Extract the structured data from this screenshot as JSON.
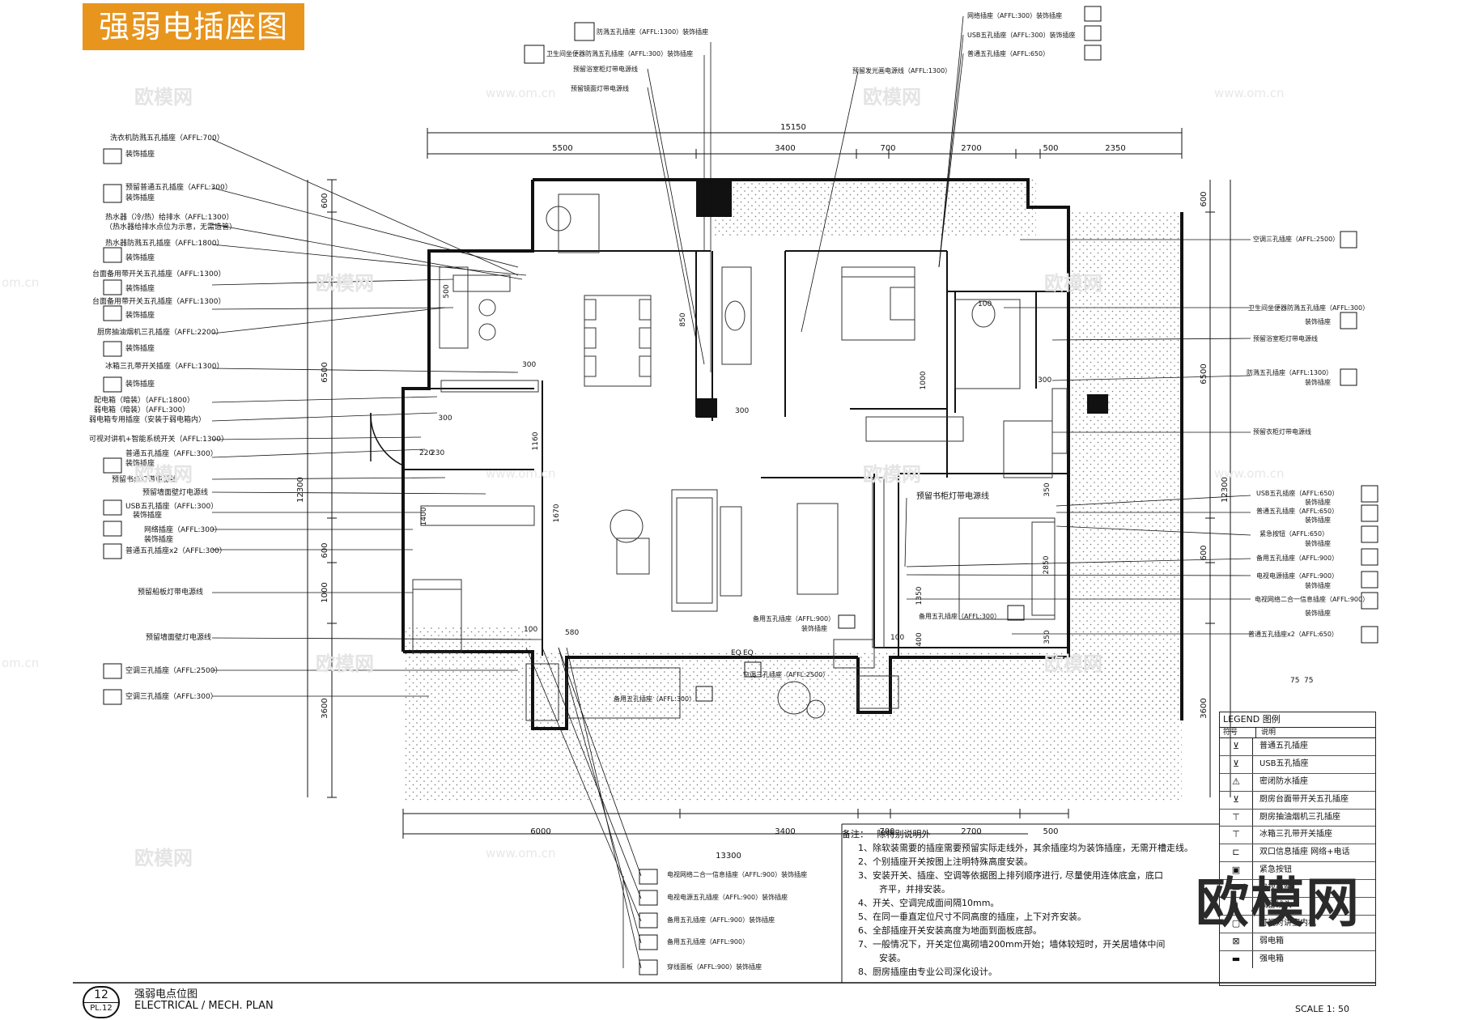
{
  "header": {
    "title": "强弱电插座图"
  },
  "dimensions": {
    "top_total": "15150",
    "top": [
      "5500",
      "3400",
      "700",
      "2700",
      "500",
      "2350"
    ],
    "bottom_total": "13300",
    "bottom": [
      "6000",
      "3400",
      "700",
      "2700",
      "500"
    ],
    "left": [
      "600",
      "6500",
      "12300",
      "600",
      "1000",
      "3600"
    ],
    "right": [
      "600",
      "6500",
      "12300",
      "600",
      "3600"
    ],
    "inner": [
      "1160",
      "300",
      "220",
      "230",
      "1400",
      "1670",
      "580",
      "100",
      "850",
      "300",
      "1000",
      "300",
      "500",
      "100",
      "300",
      "1350",
      "350",
      "2850",
      "400",
      "100",
      "350",
      "75",
      "75"
    ]
  },
  "left_callouts": [
    {
      "text": "洗衣机防溅五孔插座（AFFL:700）"
    },
    {
      "text": "装饰插座"
    },
    {
      "text": "预留普通五孔插座（AFFL:300）"
    },
    {
      "text": "装饰插座"
    },
    {
      "text": "热水器（冷/热）给排水（AFFL:1300）"
    },
    {
      "text": "（热水器给排水点位为示意，无需造管）"
    },
    {
      "text": "热水器防溅五孔插座（AFFL:1800）"
    },
    {
      "text": "装饰插座"
    },
    {
      "text": "台面备用带开关五孔插座（AFFL:1300）"
    },
    {
      "text": "装饰插座"
    },
    {
      "text": "台面备用带开关五孔插座（AFFL:1300）"
    },
    {
      "text": "装饰插座"
    },
    {
      "text": "厨房抽油烟机三孔插座（AFFL:2200）"
    },
    {
      "text": "装饰插座"
    },
    {
      "text": "冰箱三孔带开关插座（AFFL:1300）"
    },
    {
      "text": "装饰插座"
    },
    {
      "text": "配电箱（暗装）（AFFL:1800）"
    },
    {
      "text": "弱电箱（暗装）（AFFL:300）"
    },
    {
      "text": "弱电箱专用插座（安装于弱电箱内）"
    },
    {
      "text": "可视对讲机+智能系统开关（AFFL:1300）"
    },
    {
      "text": "普通五孔插座（AFFL:300）"
    },
    {
      "text": "装饰插座"
    },
    {
      "text": "预留书桌灯带电源线"
    },
    {
      "text": "预留墙面壁灯电源线"
    },
    {
      "text": "USB五孔插座（AFFL:300）"
    },
    {
      "text": "装饰插座"
    },
    {
      "text": "网络插座（AFFL:300）"
    },
    {
      "text": "装饰插座"
    },
    {
      "text": "普通五孔插座x2（AFFL:300）"
    },
    {
      "text": "预留船板灯带电源线"
    },
    {
      "text": "预留墙面壁灯电源线"
    },
    {
      "text": "空调三孔插座（AFFL:2500）"
    },
    {
      "text": "空调三孔插座（AFFL:300）"
    }
  ],
  "top_callouts": [
    {
      "text": "防溅五孔插座（AFFL:1300）装饰插座"
    },
    {
      "text": "卫生间坐便器防溅五孔插座（AFFL:300）装饰插座"
    },
    {
      "text": "预留浴室柜灯带电源线"
    },
    {
      "text": "预留镜面灯带电源线"
    },
    {
      "text": "预留发光画电源线（AFFL:1300）"
    },
    {
      "text": "网络插座（AFFL:300）装饰插座"
    },
    {
      "text": "USB五孔插座（AFFL:300）装饰插座"
    },
    {
      "text": "普通五孔插座（AFFL:650）"
    }
  ],
  "right_callouts": [
    {
      "text": "空调三孔插座（AFFL:2500）"
    },
    {
      "text": "卫生间坐便器防溅五孔插座（AFFL:300）"
    },
    {
      "text": "装饰插座"
    },
    {
      "text": "预留浴室柜灯带电源线"
    },
    {
      "text": "防溅五孔插座（AFFL:1300）"
    },
    {
      "text": "装饰插座"
    },
    {
      "text": "预留衣柜灯带电源线"
    },
    {
      "text": "USB五孔插座（AFFL:650）"
    },
    {
      "text": "装饰插座"
    },
    {
      "text": "普通五孔插座（AFFL:650）"
    },
    {
      "text": "装饰插座"
    },
    {
      "text": "紧急按钮（AFFL:650）"
    },
    {
      "text": "装饰插座"
    },
    {
      "text": "备用五孔插座（AFFL:900）"
    },
    {
      "text": "电视电源插座（AFFL:900）"
    },
    {
      "text": "装饰插座"
    },
    {
      "text": "电视网络二合一信息插座（AFFL:900）"
    },
    {
      "text": "装饰插座"
    },
    {
      "text": "普通五孔插座x2（AFFL:650）"
    }
  ],
  "interior_callouts": [
    {
      "text": "预留书柜灯带电源线"
    },
    {
      "text": "备用五孔插座（AFFL:900）"
    },
    {
      "text": "装饰插座"
    },
    {
      "text": "空调三孔插座（AFFL:2500）"
    },
    {
      "text": "备用五孔插座（AFFL:300）"
    },
    {
      "text": "备用五孔插座（AFFL:300）"
    },
    {
      "text": "EQ"
    },
    {
      "text": "EQ"
    }
  ],
  "bottom_callouts": [
    {
      "text": "电视网络二合一信息插座（AFFL:900）装饰插座"
    },
    {
      "text": "电视电源五孔插座（AFFL:900）装饰插座"
    },
    {
      "text": "备用五孔插座（AFFL:900）装饰插座"
    },
    {
      "text": "备用五孔插座（AFFL:900）"
    },
    {
      "text": "穿线面板（AFFL:900）装饰插座"
    }
  ],
  "notes": {
    "heading": "备注：",
    "subheading": "除特别说明外",
    "items": [
      "1、除软装需要的插座需要预留实际走线外，其余插座均为装饰插座，无需开槽走线。",
      "2、个别插座开关按图上注明特殊高度安装。",
      "3、安装开关、插座、空调等依据图上排列顺序进行, 尽量使用连体底盒，底口",
      "齐平，并排安装。",
      "4、开关、空调完成面间隔10mm。",
      "5、在同一垂直定位尺寸不同高度的插座，上下对齐安装。",
      "6、全部插座开关安装高度为地面到面板底部。",
      "7、一般情况下，开关定位离砌墙200mm开始；墙体较短时，开关居墙体中间",
      "安装。",
      "8、厨房插座由专业公司深化设计。"
    ]
  },
  "legend": {
    "title": "LEGEND 图例",
    "col_symbol": "符号",
    "col_desc": "说明",
    "rows": [
      {
        "icon": "socket-icon",
        "label": "普通五孔插座"
      },
      {
        "icon": "usb-socket-icon",
        "label": "USB五孔插座"
      },
      {
        "icon": "waterproof-socket-icon",
        "label": "密闭防水插座"
      },
      {
        "icon": "switched-socket-icon",
        "label": "厨房台面带开关五孔插座"
      },
      {
        "icon": "hood-socket-icon",
        "label": "厨房抽油烟机三孔插座"
      },
      {
        "icon": "fridge-socket-icon",
        "label": "冰箱三孔带开关插座"
      },
      {
        "icon": "data-socket-icon",
        "label": "双口信息插座 网络+电话"
      },
      {
        "icon": "button-icon",
        "label": "紧急按钮"
      },
      {
        "icon": "tv-icon",
        "label": "电视插座"
      },
      {
        "icon": "plate-icon",
        "label": "预留线头"
      },
      {
        "icon": "intercom-icon",
        "label": "可视对讲室内机"
      },
      {
        "icon": "weak-box-icon",
        "label": "弱电箱"
      },
      {
        "icon": "power-box-icon",
        "label": "强电箱"
      }
    ]
  },
  "title_block": {
    "number": "12",
    "sheet": "PL.12",
    "title_cn": "强弱电点位图",
    "title_en": "ELECTRICAL / MECH. PLAN",
    "scale": "SCALE  1: 50"
  },
  "watermarks": {
    "logo": "欧模网",
    "site": "www.om.cn",
    "domain": "om.cn"
  }
}
